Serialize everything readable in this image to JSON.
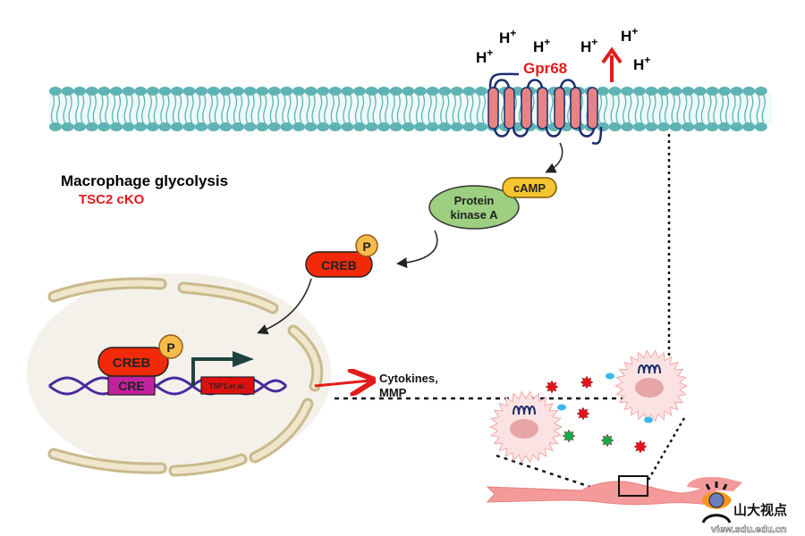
{
  "protons": [
    "H+",
    "H+",
    "H+",
    "H+",
    "H+",
    "H+"
  ],
  "receptor": {
    "label": "Gpr68",
    "color": "#e31a1c"
  },
  "title": {
    "main": "Macrophage glycolysis",
    "sub": "TSC2 cKO",
    "sub_color": "#e31a1c"
  },
  "pka": {
    "label_line1": "Protein",
    "label_line2": "kinase A",
    "fill": "#9ccf7f"
  },
  "camp": {
    "label": "cAMP",
    "fill": "#f5c531"
  },
  "creb_cyto": {
    "label": "CREB",
    "phospho": "P",
    "fill": "#f22a0a"
  },
  "nucleus": {
    "creb": {
      "label": "CREB",
      "phospho": "P"
    },
    "cre": {
      "label": "CRE",
      "fill": "#c3219e"
    },
    "gene": {
      "label": "TSP1,et al.",
      "fill": "#e00f0f"
    }
  },
  "output": {
    "label_line1": "Cytokines,",
    "label_line2": "MMP"
  },
  "watermark": {
    "brand": "山大视点",
    "url": "view.sdu.edu.cn"
  },
  "colors": {
    "membrane": "#5fb3b3",
    "helix": "#e88383",
    "loop": "#1b2d6b",
    "nuclear_envelope": "#d9ccab",
    "nucleus_fill": "#f4f1ea",
    "macrophage": "#f7c9c9",
    "vessel": "#f49a9a"
  }
}
